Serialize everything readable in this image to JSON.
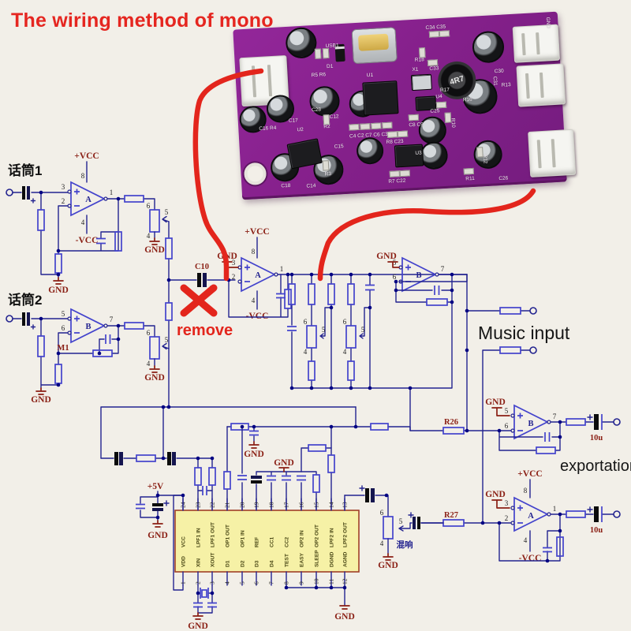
{
  "title": {
    "text": "The wiring method of mono"
  },
  "annotations": {
    "mic1": "话筒1",
    "mic2": "话筒2",
    "remove": "remove",
    "music_input": "Music input",
    "exportation": "exportation",
    "reverb": "混响"
  },
  "labels": {
    "gnd": "GND",
    "vcc_pos": "+VCC",
    "vcc_neg": "-VCC",
    "plus5v": "+5V",
    "c10": "C10",
    "m1": "M1",
    "r26": "R26",
    "r27": "R27",
    "cap10u": "10u",
    "opamp_a": "A",
    "opamp_b": "B"
  },
  "num": [
    "1",
    "2",
    "3",
    "4",
    "5",
    "6",
    "7",
    "8",
    "9",
    "10",
    "11",
    "12",
    "13",
    "14",
    "15",
    "16",
    "17",
    "18",
    "19",
    "20",
    "21",
    "22",
    "23",
    "24"
  ],
  "ic": {
    "top_pins": [
      {
        "num": "24",
        "name": "VCC"
      },
      {
        "num": "23",
        "name": "LPF1 IN"
      },
      {
        "num": "22",
        "name": "LPF1 OUT"
      },
      {
        "num": "21",
        "name": "OP1 OUT"
      },
      {
        "num": "20",
        "name": "OP1 IN"
      },
      {
        "num": "19",
        "name": "REF"
      },
      {
        "num": "18",
        "name": "CC1"
      },
      {
        "num": "17",
        "name": "CC2"
      },
      {
        "num": "16",
        "name": "OP2 IN"
      },
      {
        "num": "15",
        "name": "OP2 OUT"
      },
      {
        "num": "14",
        "name": "LPF2 IN"
      },
      {
        "num": "13",
        "name": "LPF2 OUT"
      }
    ],
    "bottom_pins": [
      {
        "num": "1",
        "name": "VDD"
      },
      {
        "num": "2",
        "name": "XIN"
      },
      {
        "num": "3",
        "name": "XOUT"
      },
      {
        "num": "4",
        "name": "D1"
      },
      {
        "num": "5",
        "name": "D2"
      },
      {
        "num": "6",
        "name": "D3"
      },
      {
        "num": "7",
        "name": "D4"
      },
      {
        "num": "8",
        "name": "TEST"
      },
      {
        "num": "9",
        "name": "EASY"
      },
      {
        "num": "10",
        "name": "SLEEP"
      },
      {
        "num": "11",
        "name": "DGND"
      },
      {
        "num": "12",
        "name": "AGND"
      }
    ]
  },
  "pcb": {
    "labels": {
      "usb1": "USB1",
      "d1": "D1",
      "r5r6": "R5 R6",
      "u1": "U1",
      "x1": "X1",
      "gnd": "GND",
      "c34c35": "C34 C35",
      "ind4r7": "4R7",
      "r18": "R18",
      "c33": "C33",
      "r17": "R17",
      "r16": "R16",
      "u4": "U4",
      "c30": "C30",
      "c31": "C31",
      "r13": "R13",
      "c16r4": "C16 R4",
      "c17": "C17",
      "u2": "U2",
      "c28": "C28",
      "r2": "R2",
      "c12": "C12",
      "c15": "C15",
      "r3": "R3",
      "c18": "C18",
      "c14": "C14",
      "c4row": "C4 C2 C7 C6 C3",
      "c8c9": "C8 C9",
      "r8c23": "R8 C23",
      "r7c22": "R7 C22",
      "u3": "U3",
      "c25": "C25",
      "r10": "R10",
      "r12": "R12",
      "r11": "R11",
      "c26": "C26"
    }
  },
  "colors": {
    "annotation_red": "#e3251c",
    "wire_blue": "#23238f",
    "component_blue": "#4343cc",
    "label_maroon": "#8a1f14",
    "board_purple": "#872185",
    "ic_yellow": "#f6f1a6",
    "background": "#f2efe8"
  }
}
